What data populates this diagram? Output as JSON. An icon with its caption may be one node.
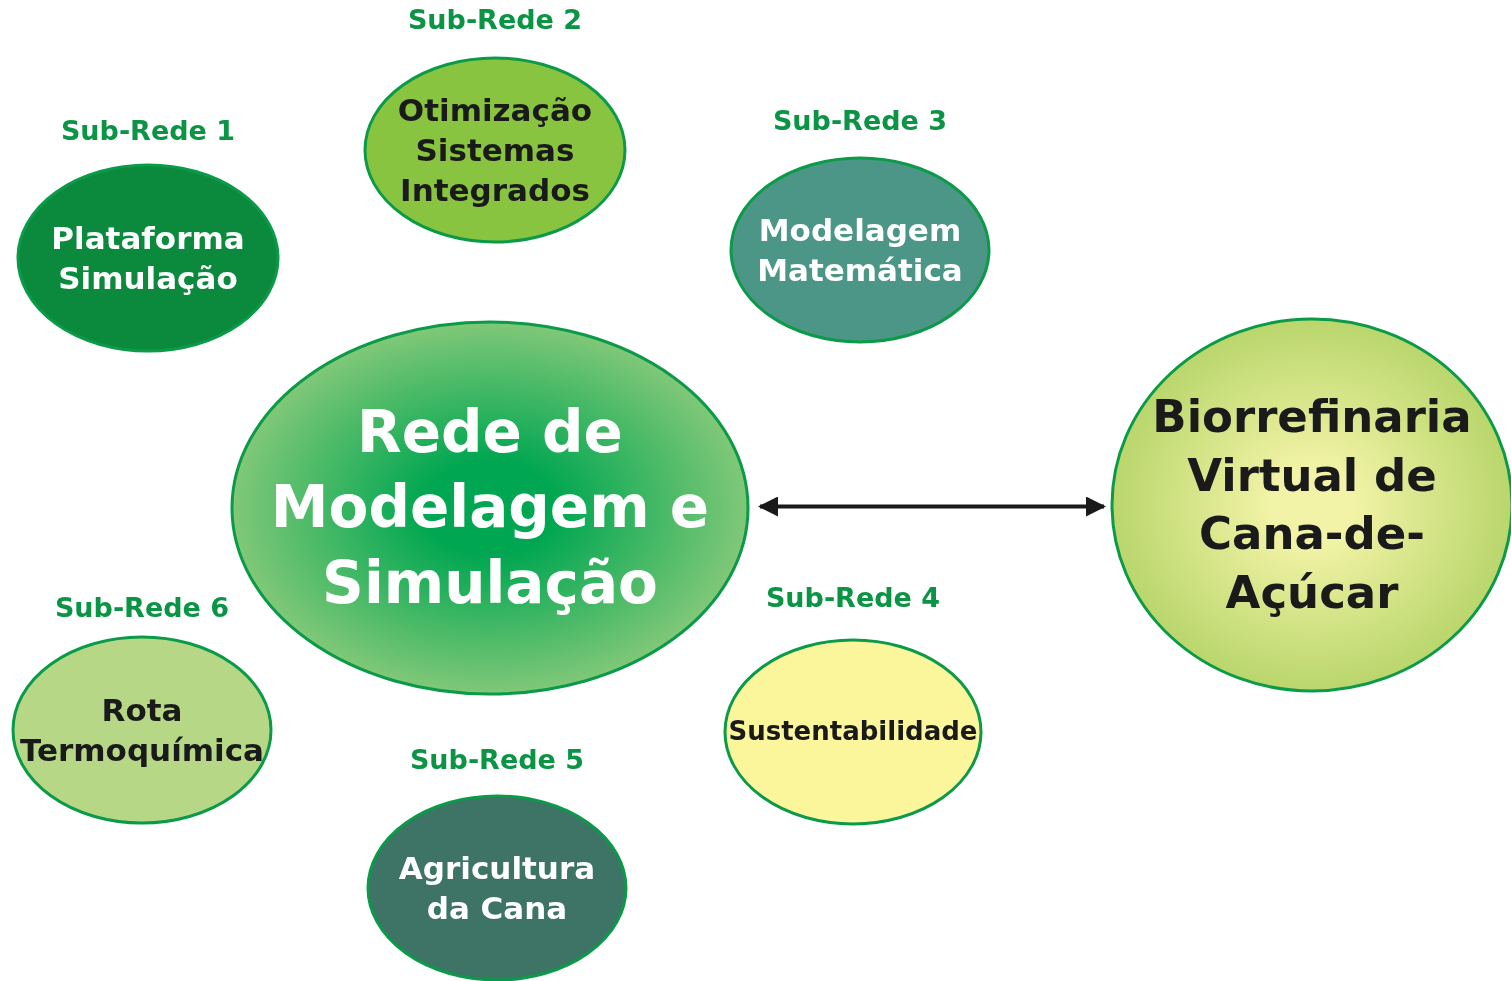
{
  "diagram": {
    "nodes": [
      {
        "text": [
          "Sub-Rede 2",
          "Otimização Sistemas Integrados"
        ]
      },
      {
        "text": [
          "Sub-Rede 1",
          "Plataforma Simulação"
        ]
      },
      {
        "text": [
          "Sub-Rede 3",
          "Modelagem Matemática"
        ]
      },
      {
        "text": [
          "Rede de Modelagem e Simulação"
        ]
      },
      {
        "text": [
          "Biorrefinaria Virtual de Cana-de-Açúcar"
        ]
      },
      {
        "text": [
          "Sub-Rede 6",
          "Rota Termoquímica"
        ]
      },
      {
        "text": [
          "Sub-Rede 4",
          "Sustentabilidade"
        ]
      },
      {
        "text": [
          "Sub-Rede 5",
          "Agricultura da Cana"
        ]
      }
    ],
    "edges": [
      {
        "from": 3,
        "to": 4,
        "arrow": "both"
      }
    ]
  }
}
